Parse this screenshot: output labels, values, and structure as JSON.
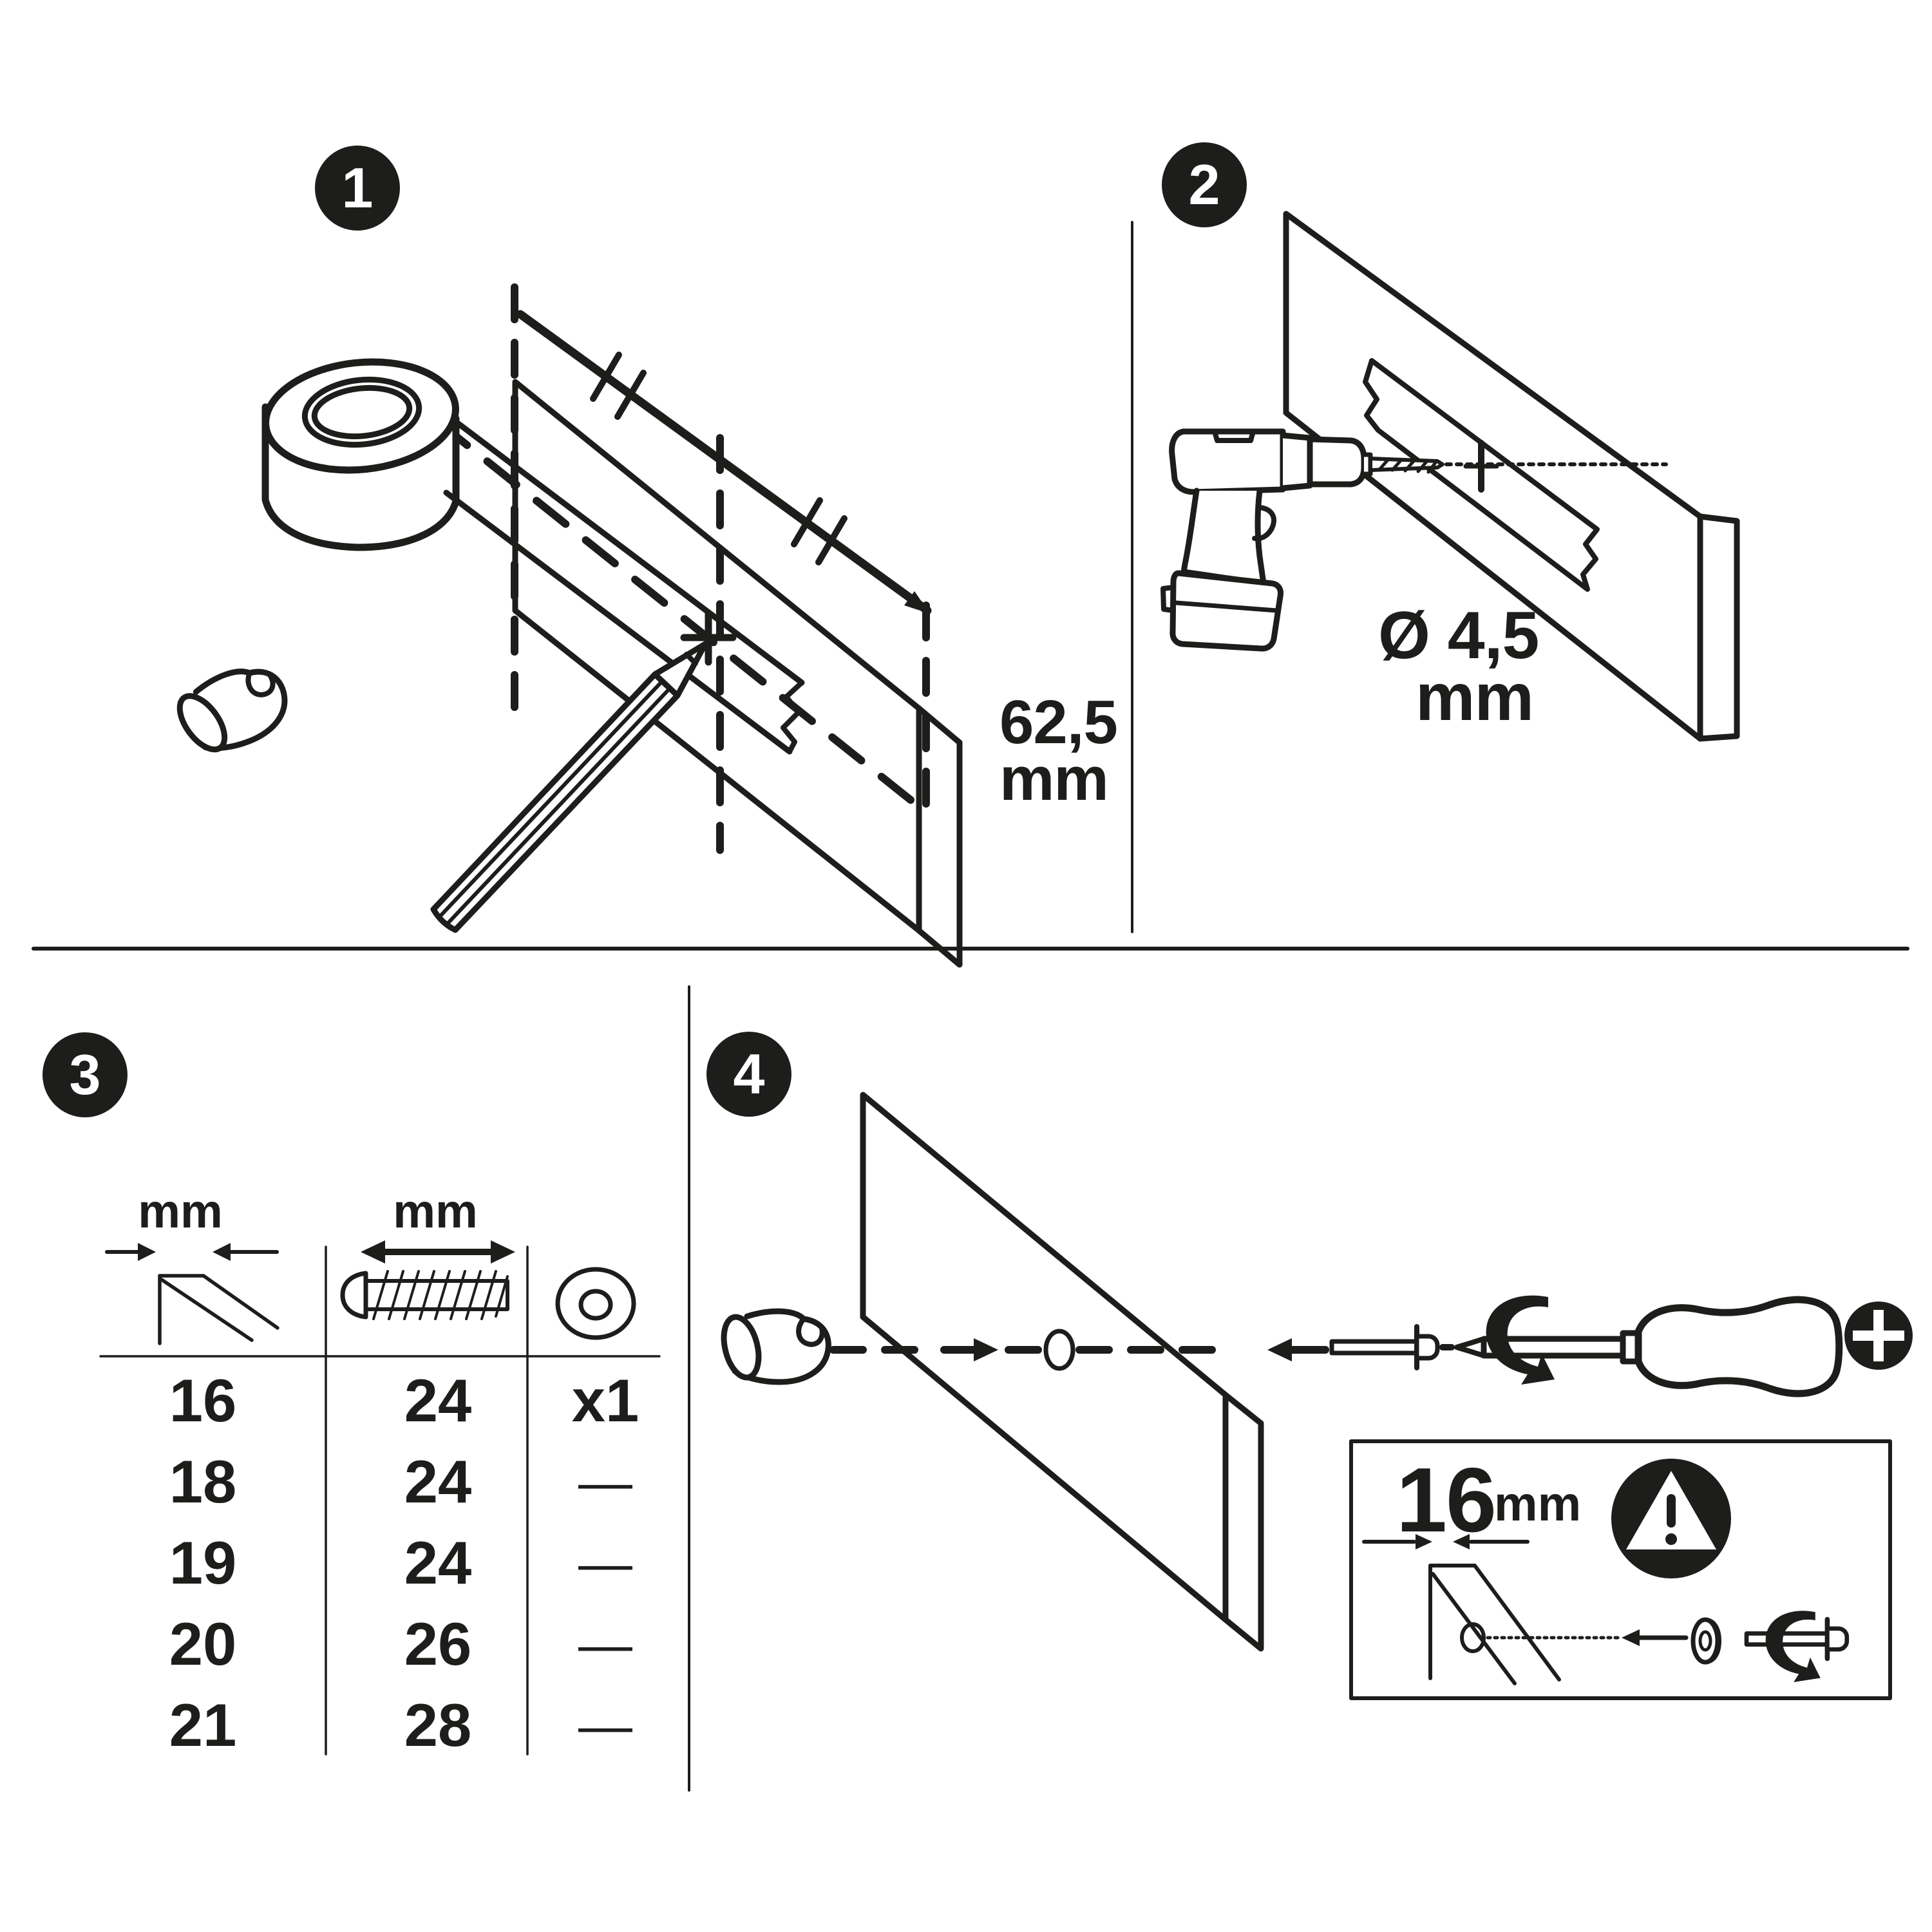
{
  "document": {
    "kind": "assembly-instruction-sheet",
    "background_color": "#ffffff",
    "ink_color": "#1d1d1b"
  },
  "steps": [
    {
      "badge": "1",
      "caption": {
        "value": "62,5",
        "unit": "mm"
      }
    },
    {
      "badge": "2",
      "caption": {
        "value": "Ø 4,5",
        "unit": "mm"
      }
    },
    {
      "badge": "3"
    },
    {
      "badge": "4"
    }
  ],
  "size_table": {
    "columns": [
      {
        "unit_label": "mm",
        "icon": "panel-thickness-icon"
      },
      {
        "unit_label": "mm",
        "icon": "screw-length-icon"
      },
      {
        "unit_label": "",
        "icon": "washer-icon"
      }
    ],
    "rows": [
      {
        "panel_thickness_mm": "16",
        "screw_length_mm": "24",
        "washer_qty": "x1"
      },
      {
        "panel_thickness_mm": "18",
        "screw_length_mm": "24",
        "washer_qty": "—"
      },
      {
        "panel_thickness_mm": "19",
        "screw_length_mm": "24",
        "washer_qty": "—"
      },
      {
        "panel_thickness_mm": "20",
        "screw_length_mm": "26",
        "washer_qty": "—"
      },
      {
        "panel_thickness_mm": "21",
        "screw_length_mm": "28",
        "washer_qty": "—"
      }
    ]
  },
  "warning_inset": {
    "value": "16",
    "unit": "mm",
    "icon": "warning-triangle-icon"
  },
  "icons": {
    "step1": [
      "tape-roll-icon",
      "knob-part-icon",
      "pencil-icon"
    ],
    "step2": [
      "drill-icon",
      "drill-bit-icon"
    ],
    "step3": [
      "panel-thickness-icon",
      "screw-length-icon",
      "washer-icon"
    ],
    "step4": [
      "knob-part-icon",
      "screw-icon",
      "screwdriver-icon",
      "rotation-arrow-icon",
      "phillips-head-icon",
      "warning-triangle-icon",
      "washer-icon"
    ]
  }
}
